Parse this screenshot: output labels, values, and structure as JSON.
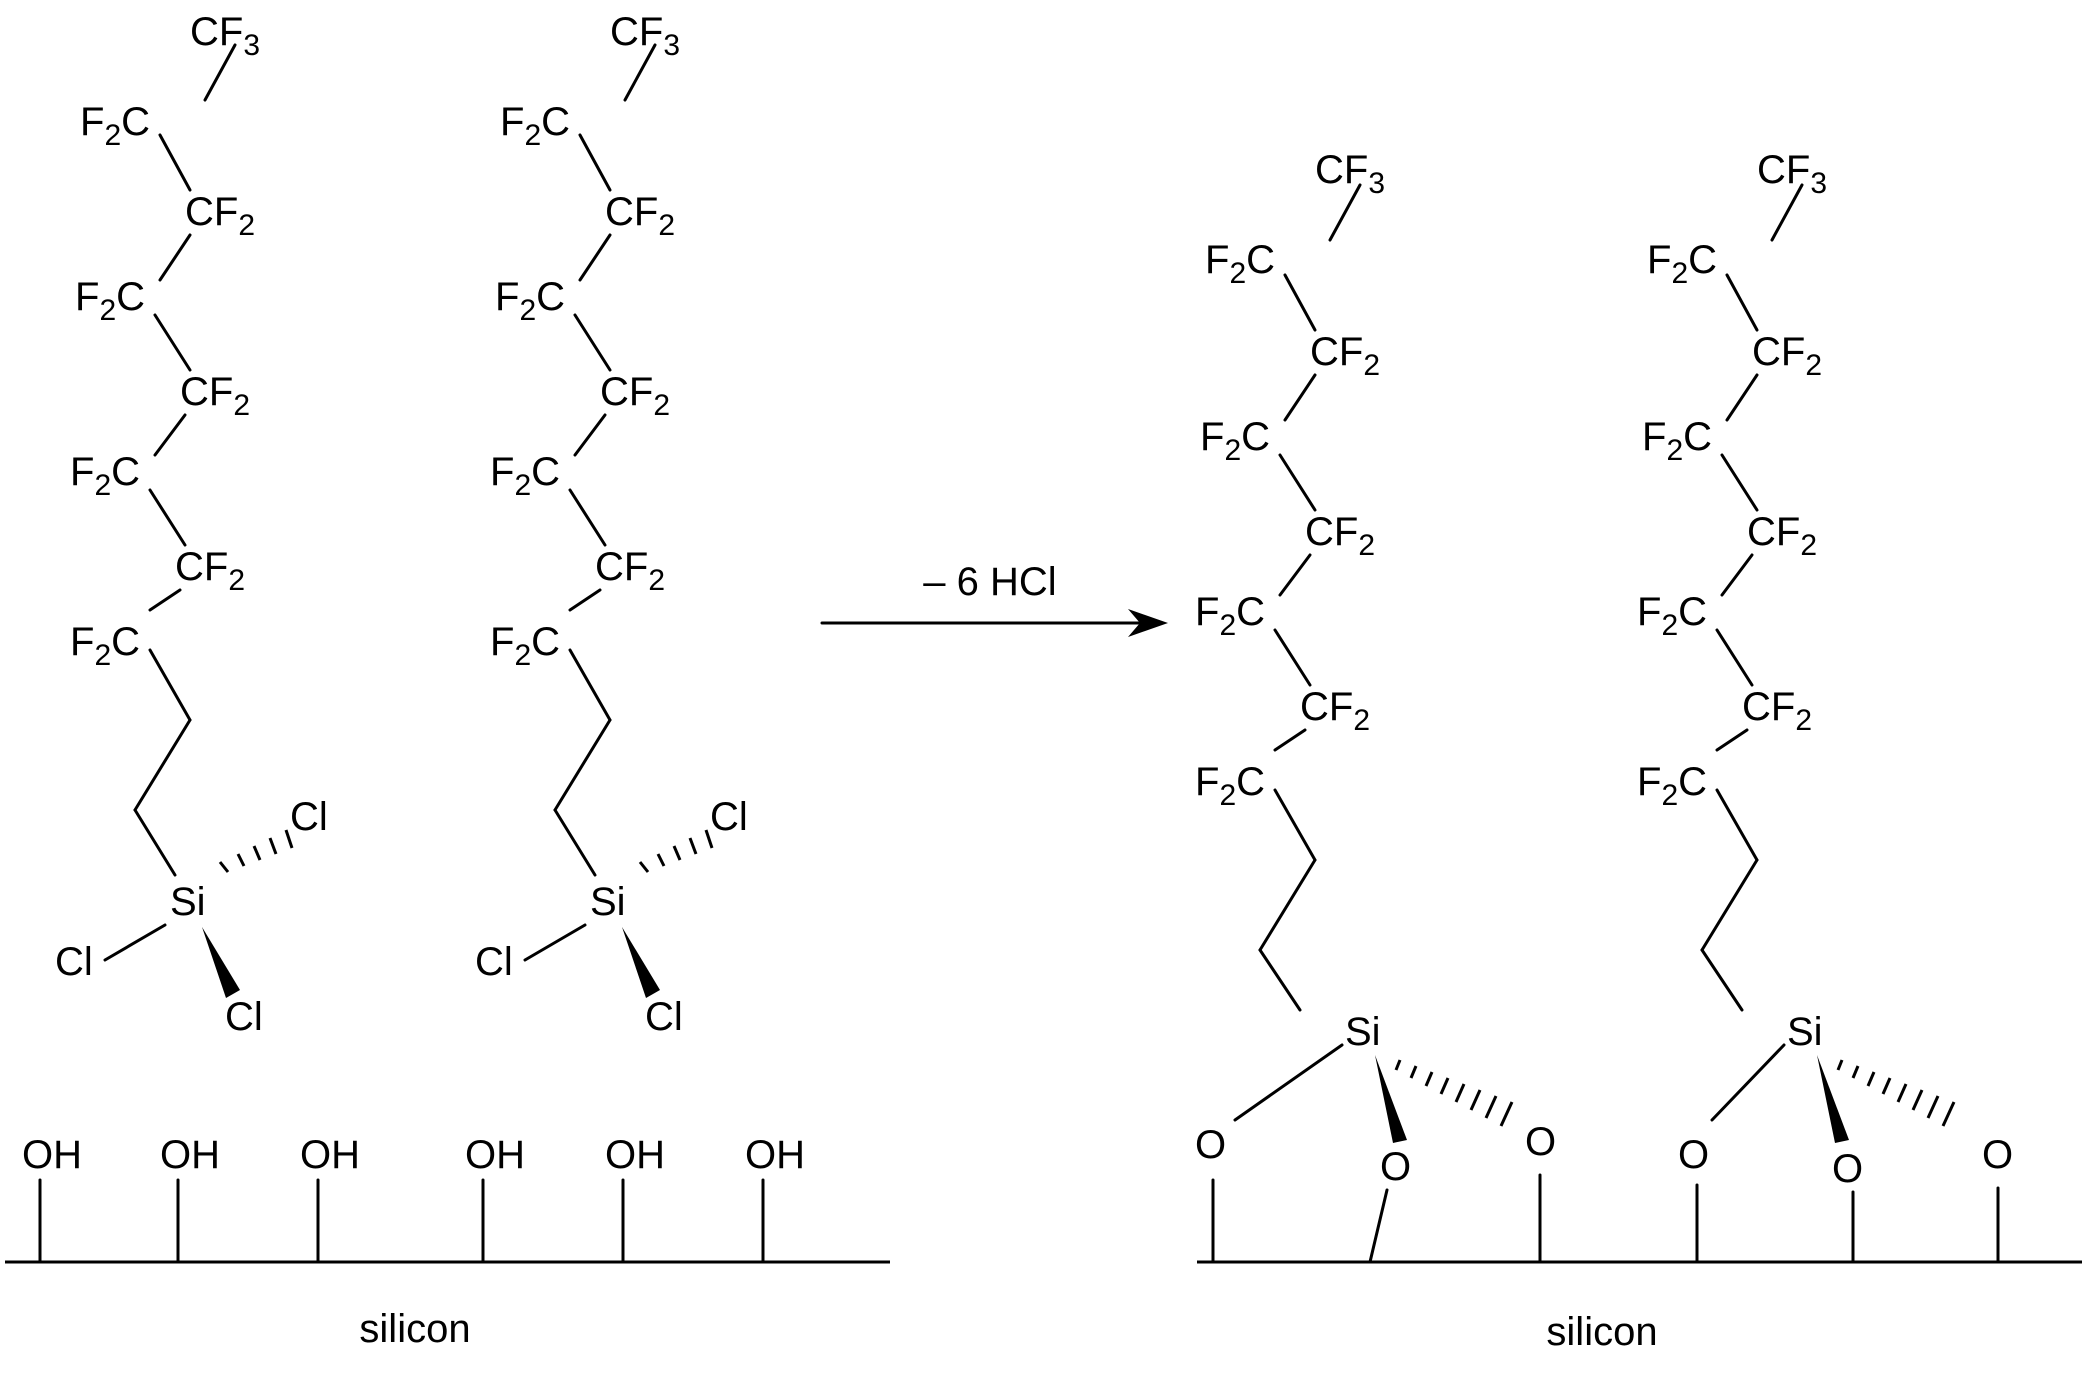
{
  "atoms": {
    "cf3": "CF",
    "cf2_a": "F",
    "cf2_b": "C",
    "cf2_c": "CF",
    "sub3": "3",
    "sub2": "2",
    "si": "Si",
    "cl": "Cl",
    "oh": "OH",
    "o": "O"
  },
  "reaction": {
    "condition": "– 6 HCl"
  },
  "surface": {
    "left_label": "silicon",
    "right_label": "silicon"
  },
  "colors": {
    "ink": "#000000",
    "background": "#ffffff"
  }
}
